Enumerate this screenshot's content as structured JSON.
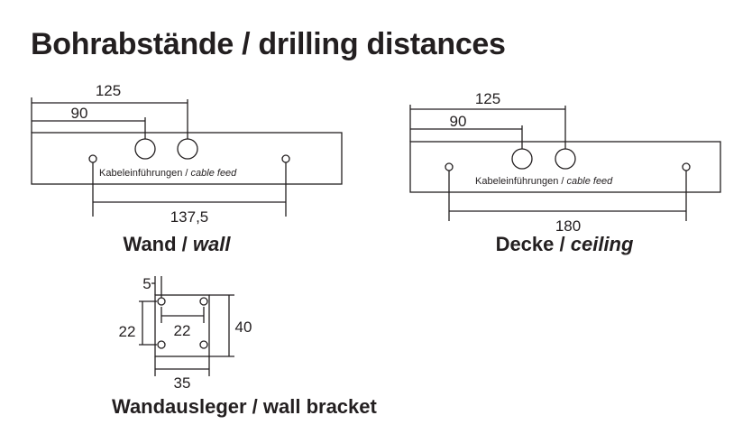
{
  "title": "Bohrabstände / drilling distances",
  "wall": {
    "dim_outer": "125",
    "dim_inner": "90",
    "cable_label_de": "Kabeleinführungen /",
    "cable_label_en": "cable feed",
    "dim_bottom": "137,5",
    "caption_de": "Wand /",
    "caption_en": "wall"
  },
  "ceiling": {
    "dim_outer": "125",
    "dim_inner": "90",
    "cable_label_de": "Kabeleinführungen /",
    "cable_label_en": "cable feed",
    "dim_bottom": "180",
    "caption_de": "Decke /",
    "caption_en": "ceiling"
  },
  "bracket": {
    "dim_offset": "5",
    "dim_left": "22",
    "dim_inner": "22",
    "dim_height": "40",
    "dim_width": "35",
    "caption": "Wandausleger / wall bracket"
  }
}
